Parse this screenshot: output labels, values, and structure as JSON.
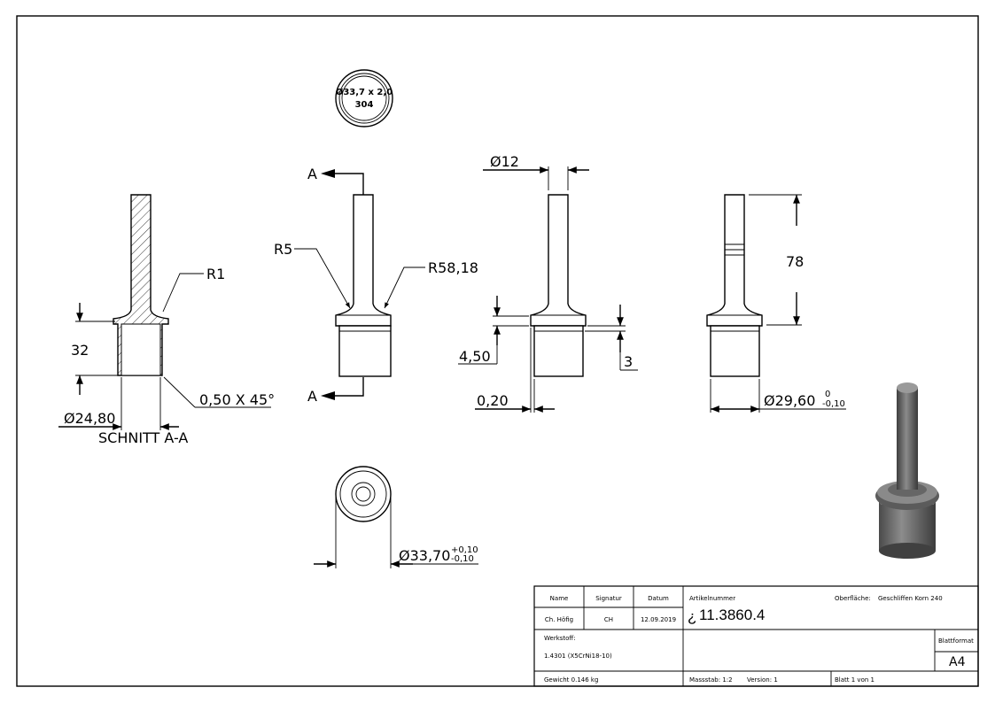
{
  "section_view": {
    "label": "SCHNITT A-A",
    "dims": {
      "radius": "R1",
      "height": "32",
      "diameter": "24,80",
      "chamfer": "0,50 X 45°"
    }
  },
  "top_view": {
    "engraving": [
      "Ø33,7 x 2,0",
      "304"
    ]
  },
  "front_view": {
    "section_marker": "A",
    "dims": {
      "radius_small": "R5",
      "radius_large": "R58,18"
    }
  },
  "side_view": {
    "dims": {
      "diameter": "12",
      "height": "4,50",
      "offset": "0,20",
      "step": "3"
    }
  },
  "right_view": {
    "dims": {
      "length": "78",
      "diameter": "29,60",
      "tol_upper": "0",
      "tol_lower": "-0,10"
    }
  },
  "bottom_view": {
    "dims": {
      "diameter": "33,70",
      "tol_upper": "+0,10",
      "tol_lower": "-0,10"
    }
  },
  "symbols": {
    "diameter": "Ø"
  },
  "title_block": {
    "headers": {
      "name": "Name",
      "signature": "Signatur",
      "date": "Datum"
    },
    "row": {
      "name": "Ch. Höfig",
      "signature": "CH",
      "date": "12.09.2019"
    },
    "article_label": "Artikelnummer",
    "article_number": "11.3860.4",
    "article_prefix": "¿",
    "surface_label": "Oberfläche:",
    "surface_value": "Geschliffen Korn 240",
    "material_label": "Werkstoff:",
    "material_value": "1.4301 (X5CrNi18-10)",
    "sheet_format_label": "Blattformat",
    "sheet_format_value": "A4",
    "weight": "Gewicht 0.146 kg",
    "scale": "Massstab: 1:2",
    "version": "Version: 1",
    "sheet": "Blatt 1 von 1"
  },
  "colors": {
    "line": "#000000",
    "background": "#ffffff",
    "part_shade": "#6e6e6e"
  }
}
